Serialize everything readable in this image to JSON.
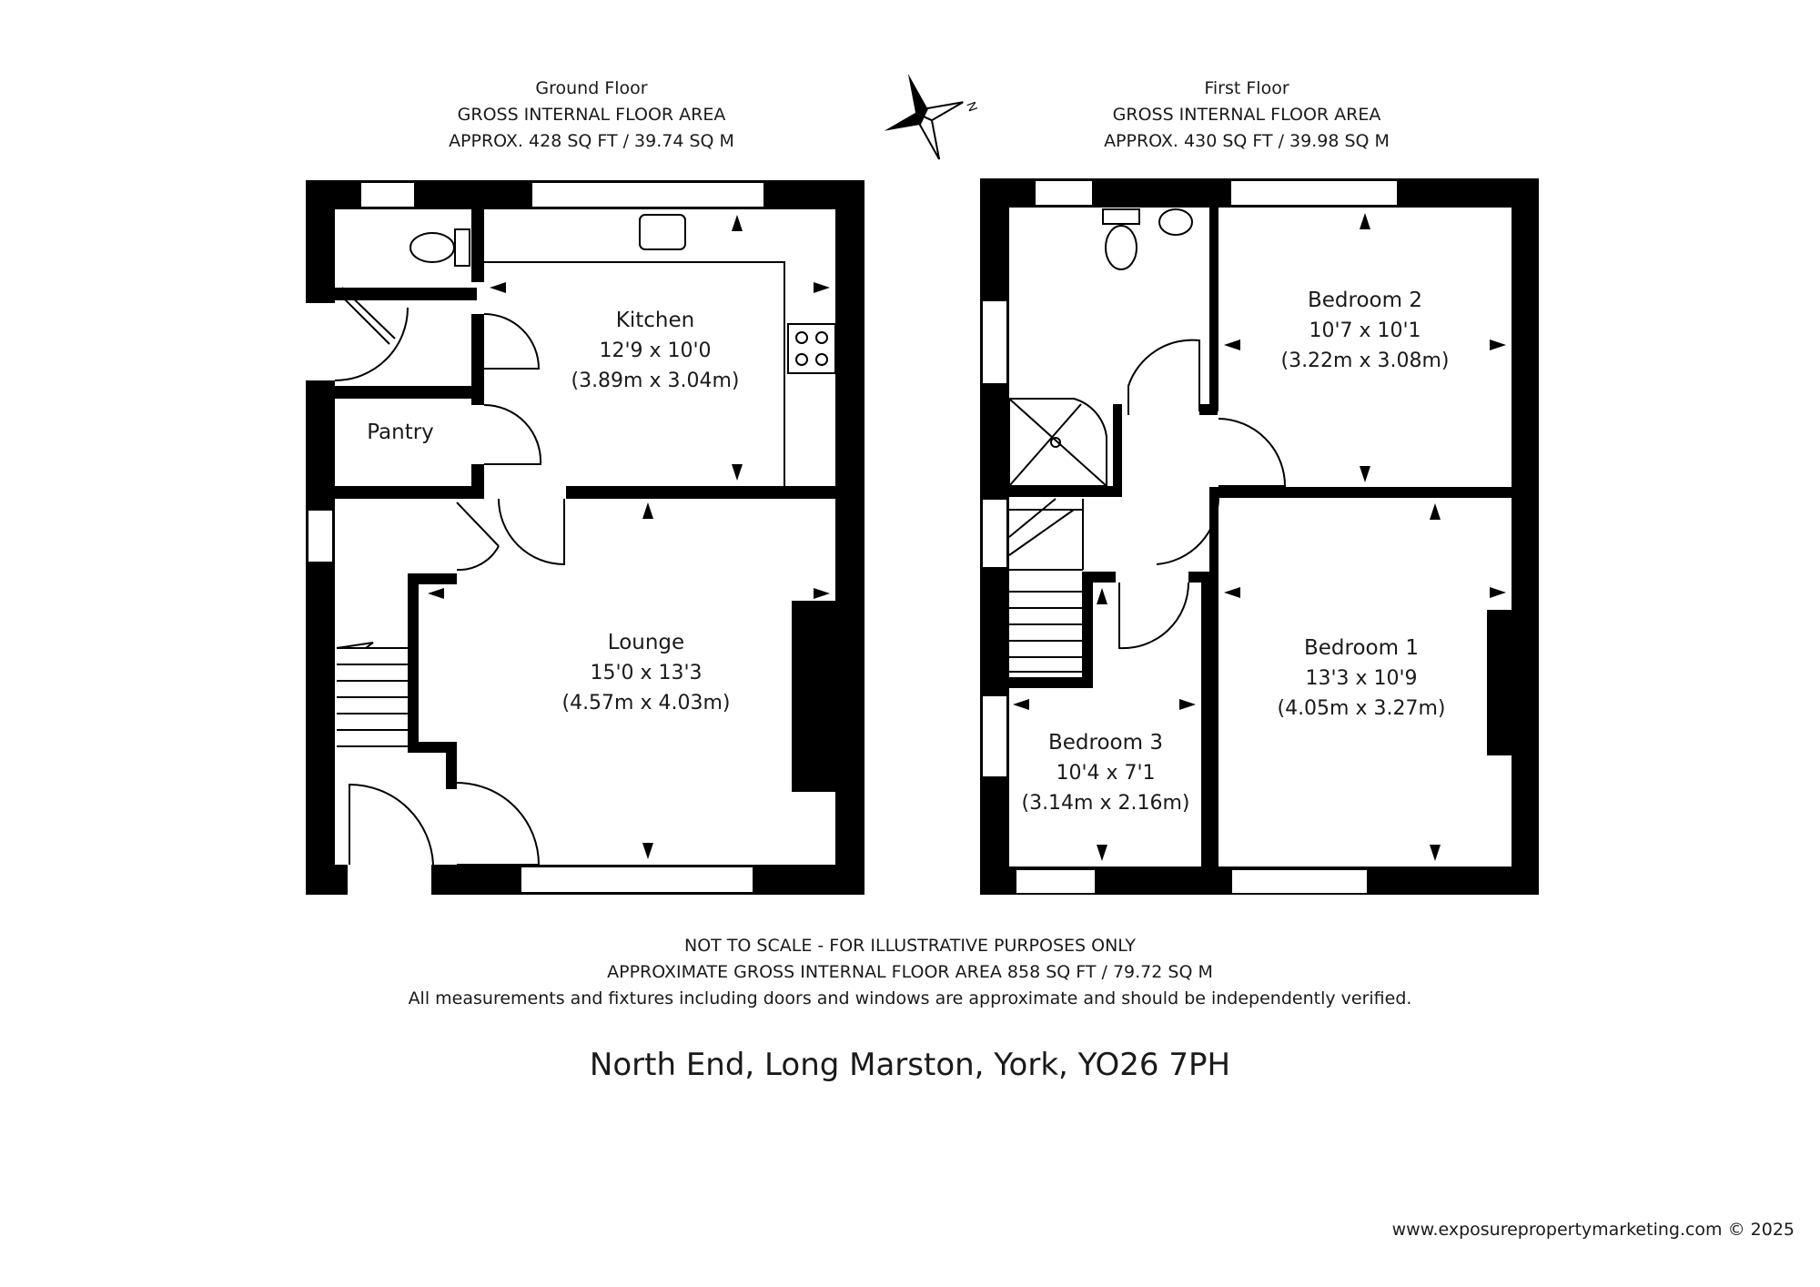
{
  "ground_floor": {
    "title": "Ground Floor",
    "area_label": "GROSS INTERNAL FLOOR AREA",
    "area_value": "APPROX. 428 SQ FT / 39.74 SQ M",
    "rooms": {
      "kitchen": {
        "name": "Kitchen",
        "imperial": "12'9 x 10'0",
        "metric": "(3.89m x 3.04m)"
      },
      "pantry": {
        "name": "Pantry"
      },
      "lounge": {
        "name": "Lounge",
        "imperial": "15'0 x 13'3",
        "metric": "(4.57m x 4.03m)"
      }
    }
  },
  "first_floor": {
    "title": "First Floor",
    "area_label": "GROSS INTERNAL FLOOR AREA",
    "area_value": "APPROX. 430 SQ FT / 39.98 SQ M",
    "rooms": {
      "bedroom2": {
        "name": "Bedroom 2",
        "imperial": "10'7 x 10'1",
        "metric": "(3.22m x 3.08m)"
      },
      "bedroom1": {
        "name": "Bedroom 1",
        "imperial": "13'3 x 10'9",
        "metric": "(4.05m x 3.27m)"
      },
      "bedroom3": {
        "name": "Bedroom 3",
        "imperial": "10'4 x 7'1",
        "metric": "(3.14m x 2.16m)"
      }
    }
  },
  "compass": {
    "icon": "compass-icon",
    "label": "N"
  },
  "notes": {
    "line1": "NOT TO SCALE - FOR ILLUSTRATIVE PURPOSES ONLY",
    "line2": "APPROXIMATE GROSS INTERNAL FLOOR AREA 858 SQ FT / 79.72 SQ M",
    "line3": "All measurements and fixtures including doors and windows are approximate and should be independently verified."
  },
  "address": "North End, Long Marston, York, YO26 7PH",
  "credit": "www.exposurepropertymarketing.com © 2025"
}
